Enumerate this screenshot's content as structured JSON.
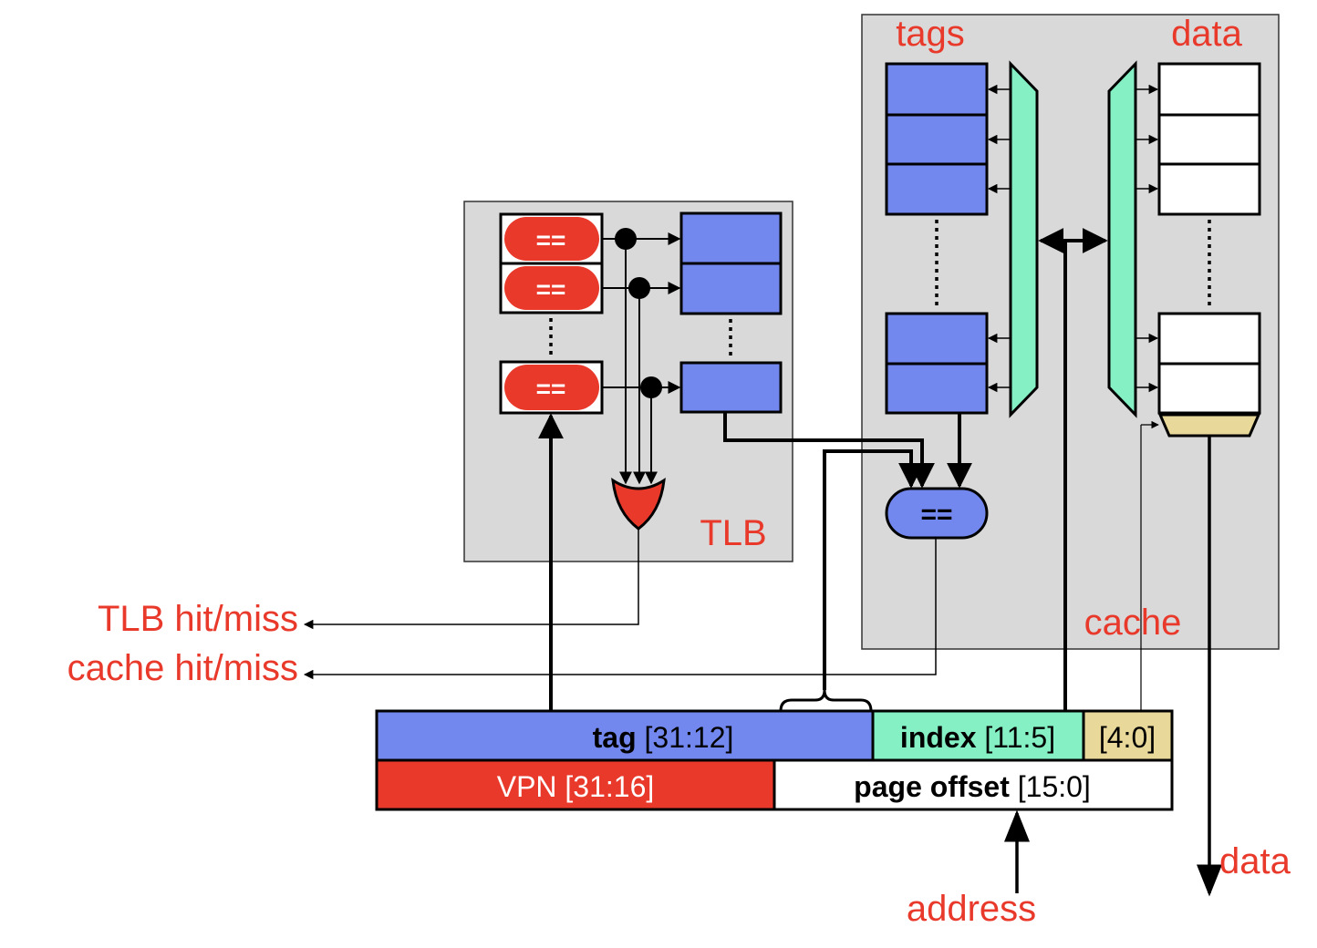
{
  "colors": {
    "red": "#e8392b",
    "blue": "#7388ee",
    "green": "#84f0c3",
    "tan": "#e8d89a",
    "panel": "#d9d9d9",
    "ink": "#000000"
  },
  "tlb": {
    "label": "TLB",
    "comparators": [
      "==",
      "==",
      "=="
    ]
  },
  "cache": {
    "label": "cache",
    "tags_label": "tags",
    "data_label": "data",
    "comparator": "=="
  },
  "outputs": {
    "tlb_hit_miss": "TLB hit/miss",
    "cache_hit_miss": "cache hit/miss",
    "data_out": "data",
    "address_in": "address"
  },
  "address_fields": {
    "tag_bold": "tag",
    "tag_range": " [31:12]",
    "index_bold": "index",
    "index_range": " [11:5]",
    "offset_bits": "[4:0]",
    "vpn": "VPN [31:16]",
    "page_offset_bold": "page offset",
    "page_offset_range": " [15:0]"
  }
}
